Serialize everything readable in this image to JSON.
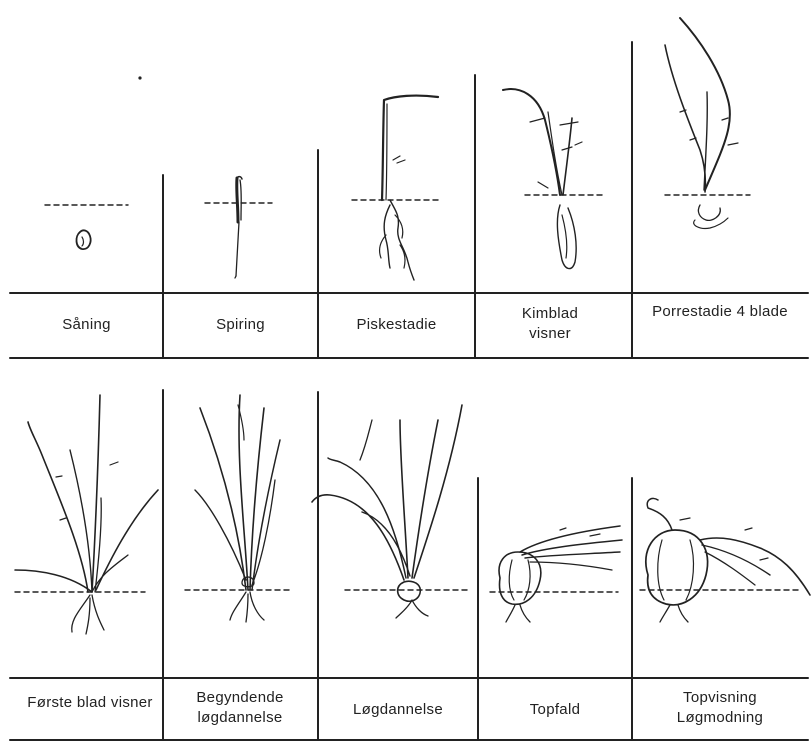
{
  "stages_row1": [
    {
      "label": "Såning"
    },
    {
      "label": "Spiring"
    },
    {
      "label": "Piskestadie"
    },
    {
      "label": "Kimblad visner"
    },
    {
      "label": "Porrestadie 4 blade"
    }
  ],
  "stages_row2": [
    {
      "label": "Første blad visner"
    },
    {
      "label": "Begyndende løgdannelse"
    },
    {
      "label": "Løgdannelse"
    },
    {
      "label": "Topfald"
    },
    {
      "label": "Topvisning Løgmodning"
    }
  ]
}
